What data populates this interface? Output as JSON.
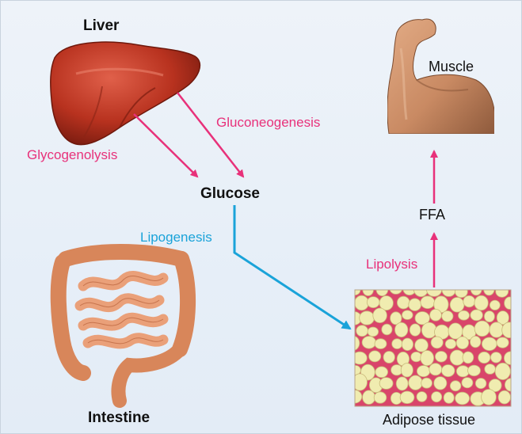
{
  "labels": {
    "liver": "Liver",
    "glucose": "Glucose",
    "intestine": "Intestine",
    "muscle": "Muscle",
    "ffa": "FFA",
    "adipose": "Adipose tissue"
  },
  "processes": {
    "glycogenolysis": "Glycogenolysis",
    "gluconeogenesis": "Gluconeogenesis",
    "lipogenesis": "Lipogenesis",
    "lipolysis": "Lipolysis"
  },
  "colors": {
    "pink_arrow": "#e8317a",
    "blue_arrow": "#1aa3d9",
    "liver": "#b8321f",
    "intestine": "#e8996a",
    "adipose_bg": "#d9456a",
    "fat_cell": "#f0ecb0",
    "skin": "#c98a63"
  },
  "icons": [
    "liver-illustration",
    "intestine-illustration",
    "muscle-arm-illustration",
    "adipose-tissue-micrograph"
  ]
}
